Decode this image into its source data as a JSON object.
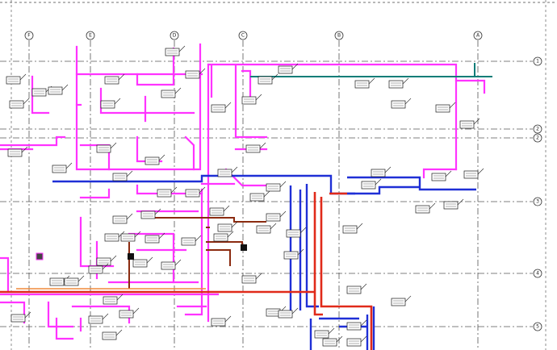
{
  "drawing": {
    "grid_top": [
      "F",
      "E",
      "D",
      "C",
      "B",
      "A"
    ],
    "grid_right": [
      "1",
      "2",
      "2",
      "3",
      "4",
      "5"
    ]
  },
  "colors": {
    "background": "#ffffff",
    "pipe_primary": "#ff33ff",
    "pipe_blue": "#1f2fd6",
    "pipe_red": "#e02a1a",
    "pipe_brown": "#8b2b10",
    "pipe_teal": "#0a7d78",
    "pipe_orange": "#f08a3c",
    "grid_line": "#555555"
  }
}
